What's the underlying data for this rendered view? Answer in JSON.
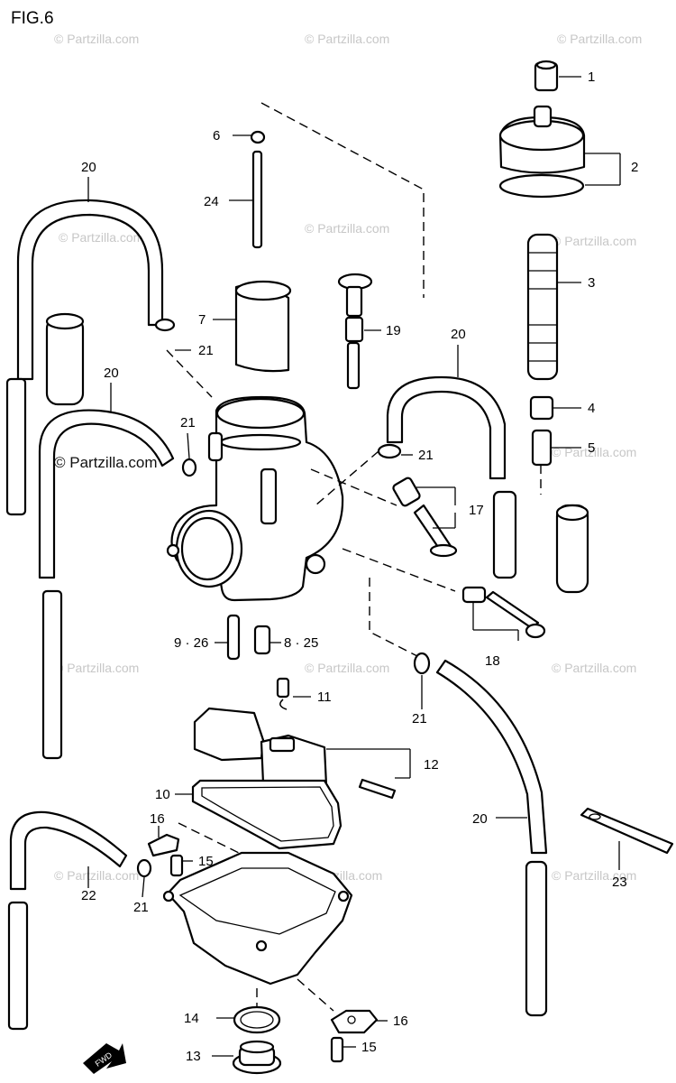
{
  "figure_title": "FIG.6",
  "watermark": "© Partzilla.com",
  "callouts": {
    "c1": "1",
    "c2": "2",
    "c3": "3",
    "c4": "4",
    "c5": "5",
    "c6": "6",
    "c7": "7",
    "c9_26": "9 · 26",
    "c8_25": "8 · 25",
    "c10": "10",
    "c11": "11",
    "c12": "12",
    "c13": "13",
    "c14": "14",
    "c15a": "15",
    "c15b": "15",
    "c16a": "16",
    "c16b": "16",
    "c17": "17",
    "c18": "18",
    "c19": "19",
    "c20a": "20",
    "c20b": "20",
    "c20c": "20",
    "c20d": "20",
    "c21a": "21",
    "c21b": "21",
    "c21c": "21",
    "c21d": "21",
    "c21e": "21",
    "c22": "22",
    "c23": "23",
    "c24": "24"
  },
  "fwd_mark": "FWD"
}
